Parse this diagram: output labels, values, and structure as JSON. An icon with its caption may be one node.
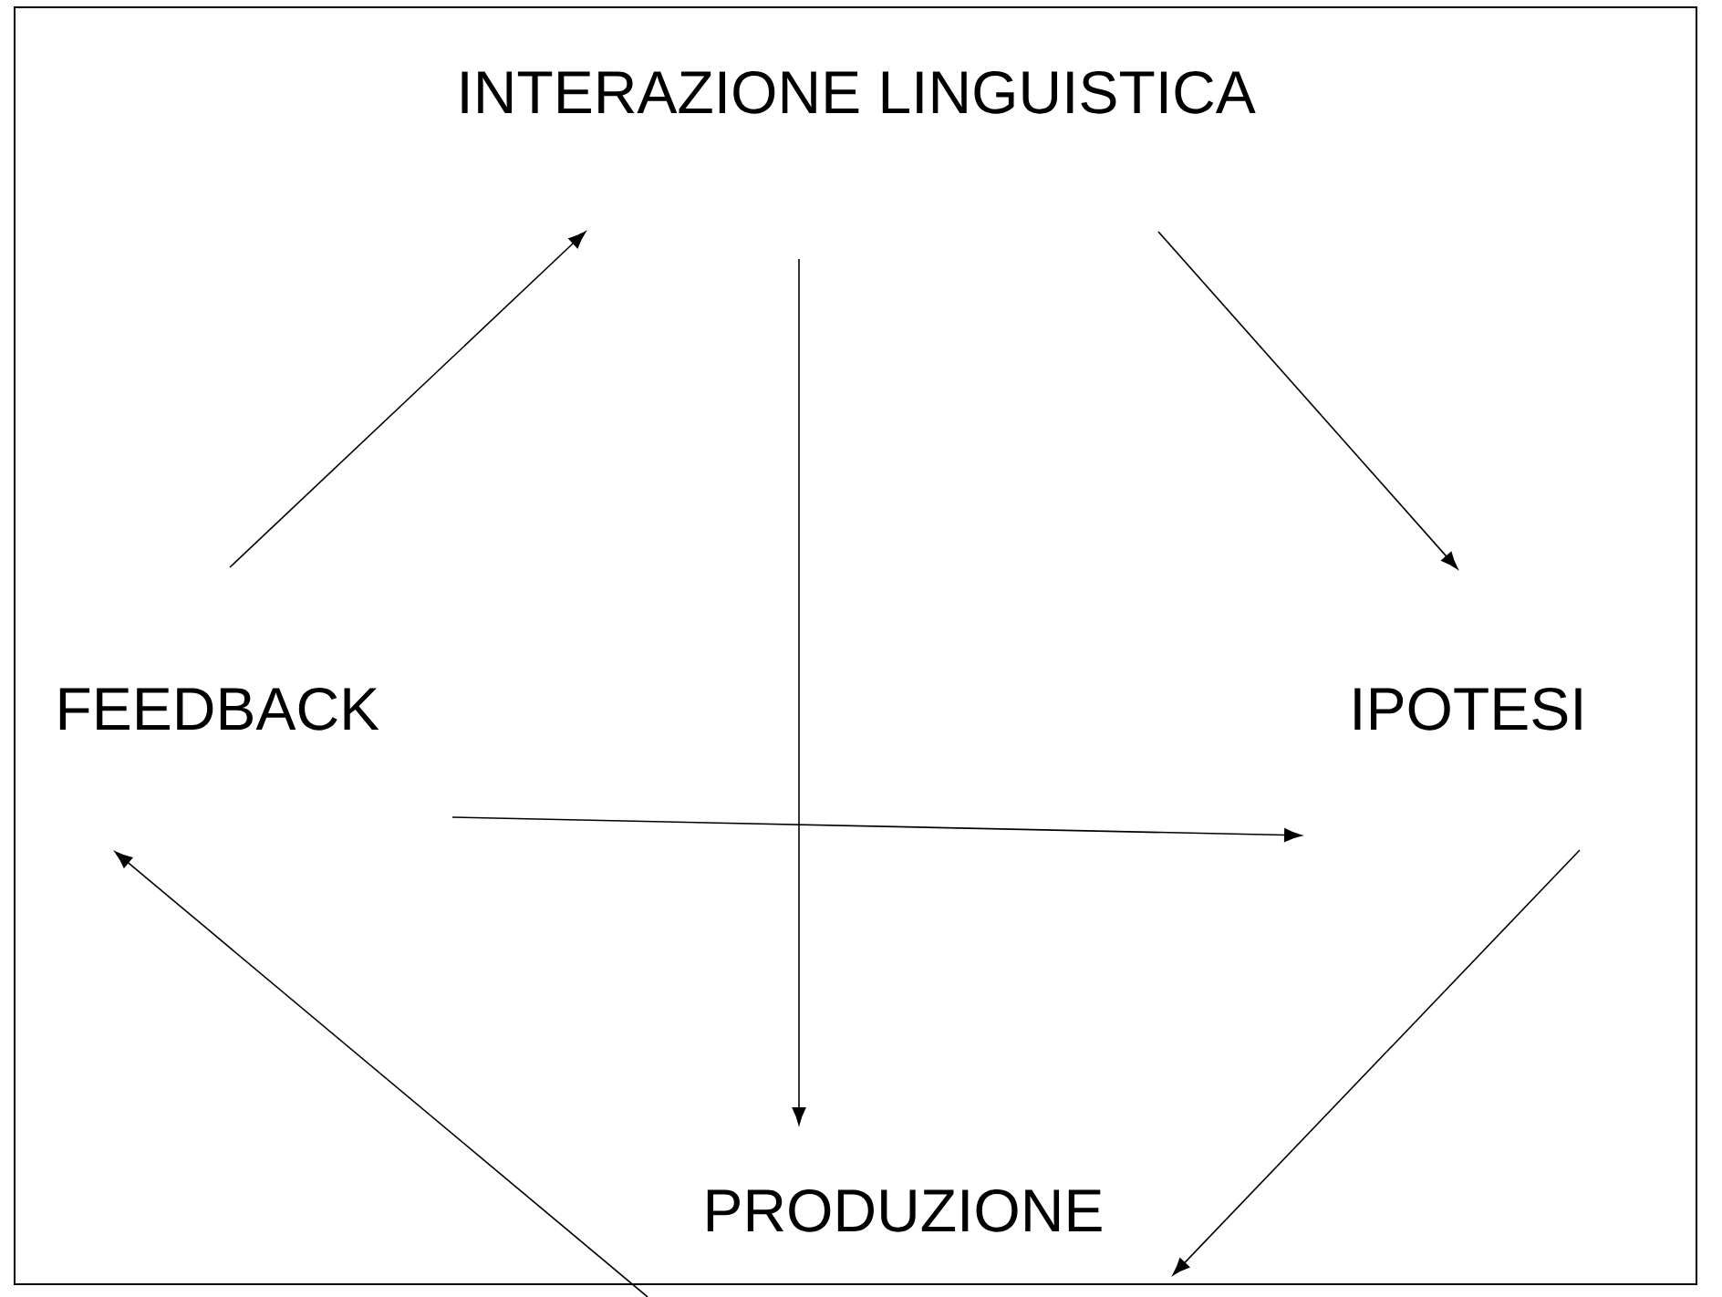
{
  "diagram": {
    "nodes": [
      {
        "text": [
          "INTERAZIONE LINGUISTICA"
        ]
      },
      {
        "text": [
          "FEEDBACK"
        ]
      },
      {
        "text": [
          "IPOTESI"
        ]
      },
      {
        "text": [
          "PRODUZIONE"
        ]
      }
    ],
    "edges": [
      {
        "from": 1,
        "to": 0,
        "arrow": "to"
      },
      {
        "from": 0,
        "to": 2,
        "arrow": "to"
      },
      {
        "from": 0,
        "to": 3,
        "arrow": "to"
      },
      {
        "from": 1,
        "to": 2,
        "arrow": "to"
      },
      {
        "from": 2,
        "to": 3,
        "arrow": "to"
      },
      {
        "from": 3,
        "to": 1,
        "arrow": "to"
      }
    ]
  }
}
